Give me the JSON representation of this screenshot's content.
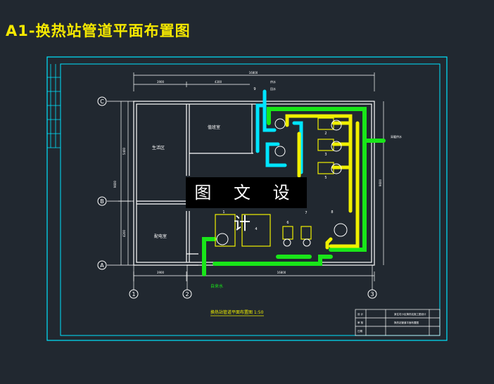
{
  "title": "A1-换热站管道平面布置图",
  "watermark": "图 文 设 计",
  "axes": {
    "row_c": "C",
    "row_b": "B",
    "row_a": "A",
    "col_1": "1",
    "col_2": "2",
    "col_3": "3"
  },
  "dimensions": {
    "total_width": "16800",
    "seg_left": "3900",
    "seg_mid": "4300",
    "bottom_left": "3900",
    "bottom_total": "16800",
    "left_total": "9600",
    "left_upper": "5400",
    "left_lower": "4200",
    "right_total": "9600"
  },
  "rooms": {
    "upper_left": "生活区",
    "upper_right": "值班室",
    "lower_left": "配电室"
  },
  "equipment_numbers": [
    "1",
    "2",
    "3",
    "4",
    "5",
    "6",
    "7",
    "8",
    "9"
  ],
  "pipe_labels": {
    "supply": "供水",
    "return": "回水",
    "inlet": "自来水",
    "hot_out": "采暖供水"
  },
  "drawing_caption": "换热站管道平面布置图 1:50",
  "title_block": {
    "project": "某住宅小区换热站施工图设计",
    "drawing_name": "换热站管道平面布置图",
    "row1": "设 计",
    "row2": "审 核",
    "row3": "日期"
  },
  "colors": {
    "background": "#212830",
    "frame": "#00e5ff",
    "wall": "#ffffff",
    "green_pipe": "#19e619",
    "yellow_pipe": "#f0f000",
    "cyan_pipe": "#00e5ff",
    "title": "#f5e800"
  }
}
